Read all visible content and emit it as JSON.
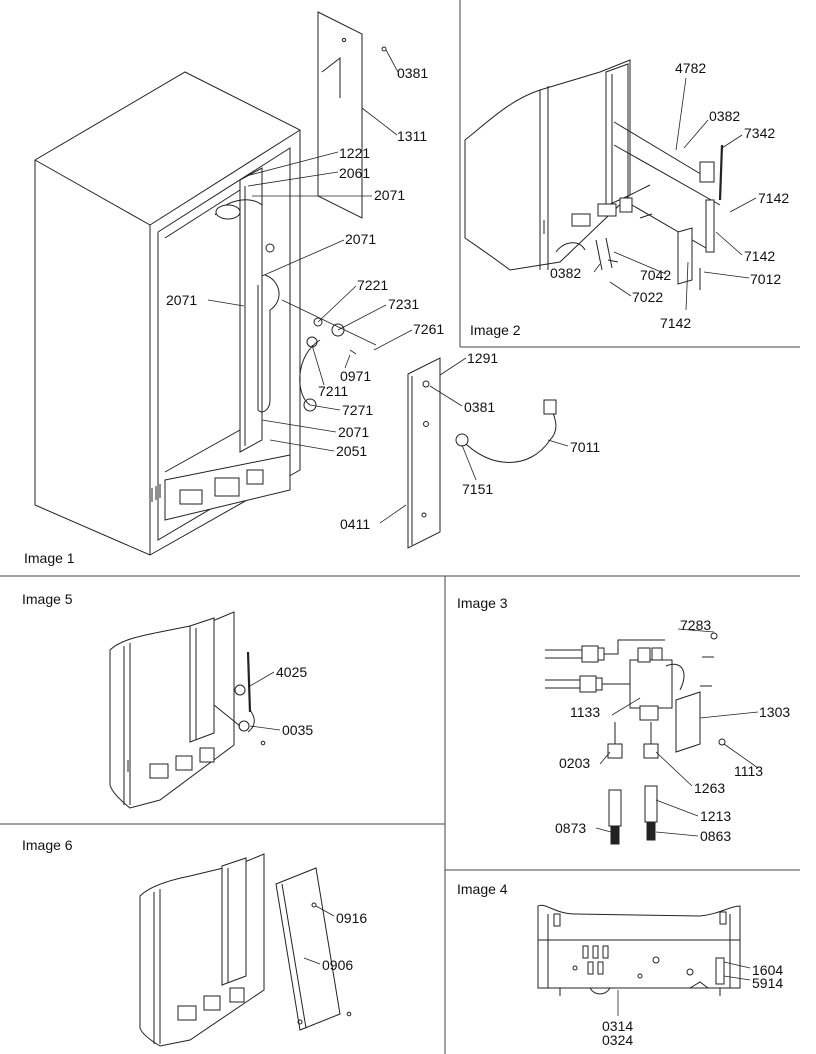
{
  "panels": [
    {
      "id": "image-1",
      "title": "Image 1"
    },
    {
      "id": "image-2",
      "title": "Image 2"
    },
    {
      "id": "image-3",
      "title": "Image 3"
    },
    {
      "id": "image-4",
      "title": "Image 4"
    },
    {
      "id": "image-5",
      "title": "Image 5"
    },
    {
      "id": "image-6",
      "title": "Image 6"
    }
  ],
  "callouts": {
    "image_1": [
      "0381",
      "1311",
      "1221",
      "2061",
      "2071",
      "2071",
      "2071",
      "7221",
      "7231",
      "7261",
      "1291",
      "0971",
      "7211",
      "7271",
      "0381",
      "2071",
      "2051",
      "7011",
      "7151",
      "0411"
    ],
    "image_2": [
      "4782",
      "0382",
      "7342",
      "7142",
      "7142",
      "0382",
      "7042",
      "7012",
      "7022",
      "7142"
    ],
    "image_3": [
      "7283",
      "1133",
      "1303",
      "0203",
      "1263",
      "1113",
      "1213",
      "0873",
      "0863"
    ],
    "image_4": [
      "1604",
      "5914",
      "0314",
      "0324"
    ],
    "image_5": [
      "4025",
      "0035"
    ],
    "image_6": [
      "0916",
      "0906"
    ]
  }
}
